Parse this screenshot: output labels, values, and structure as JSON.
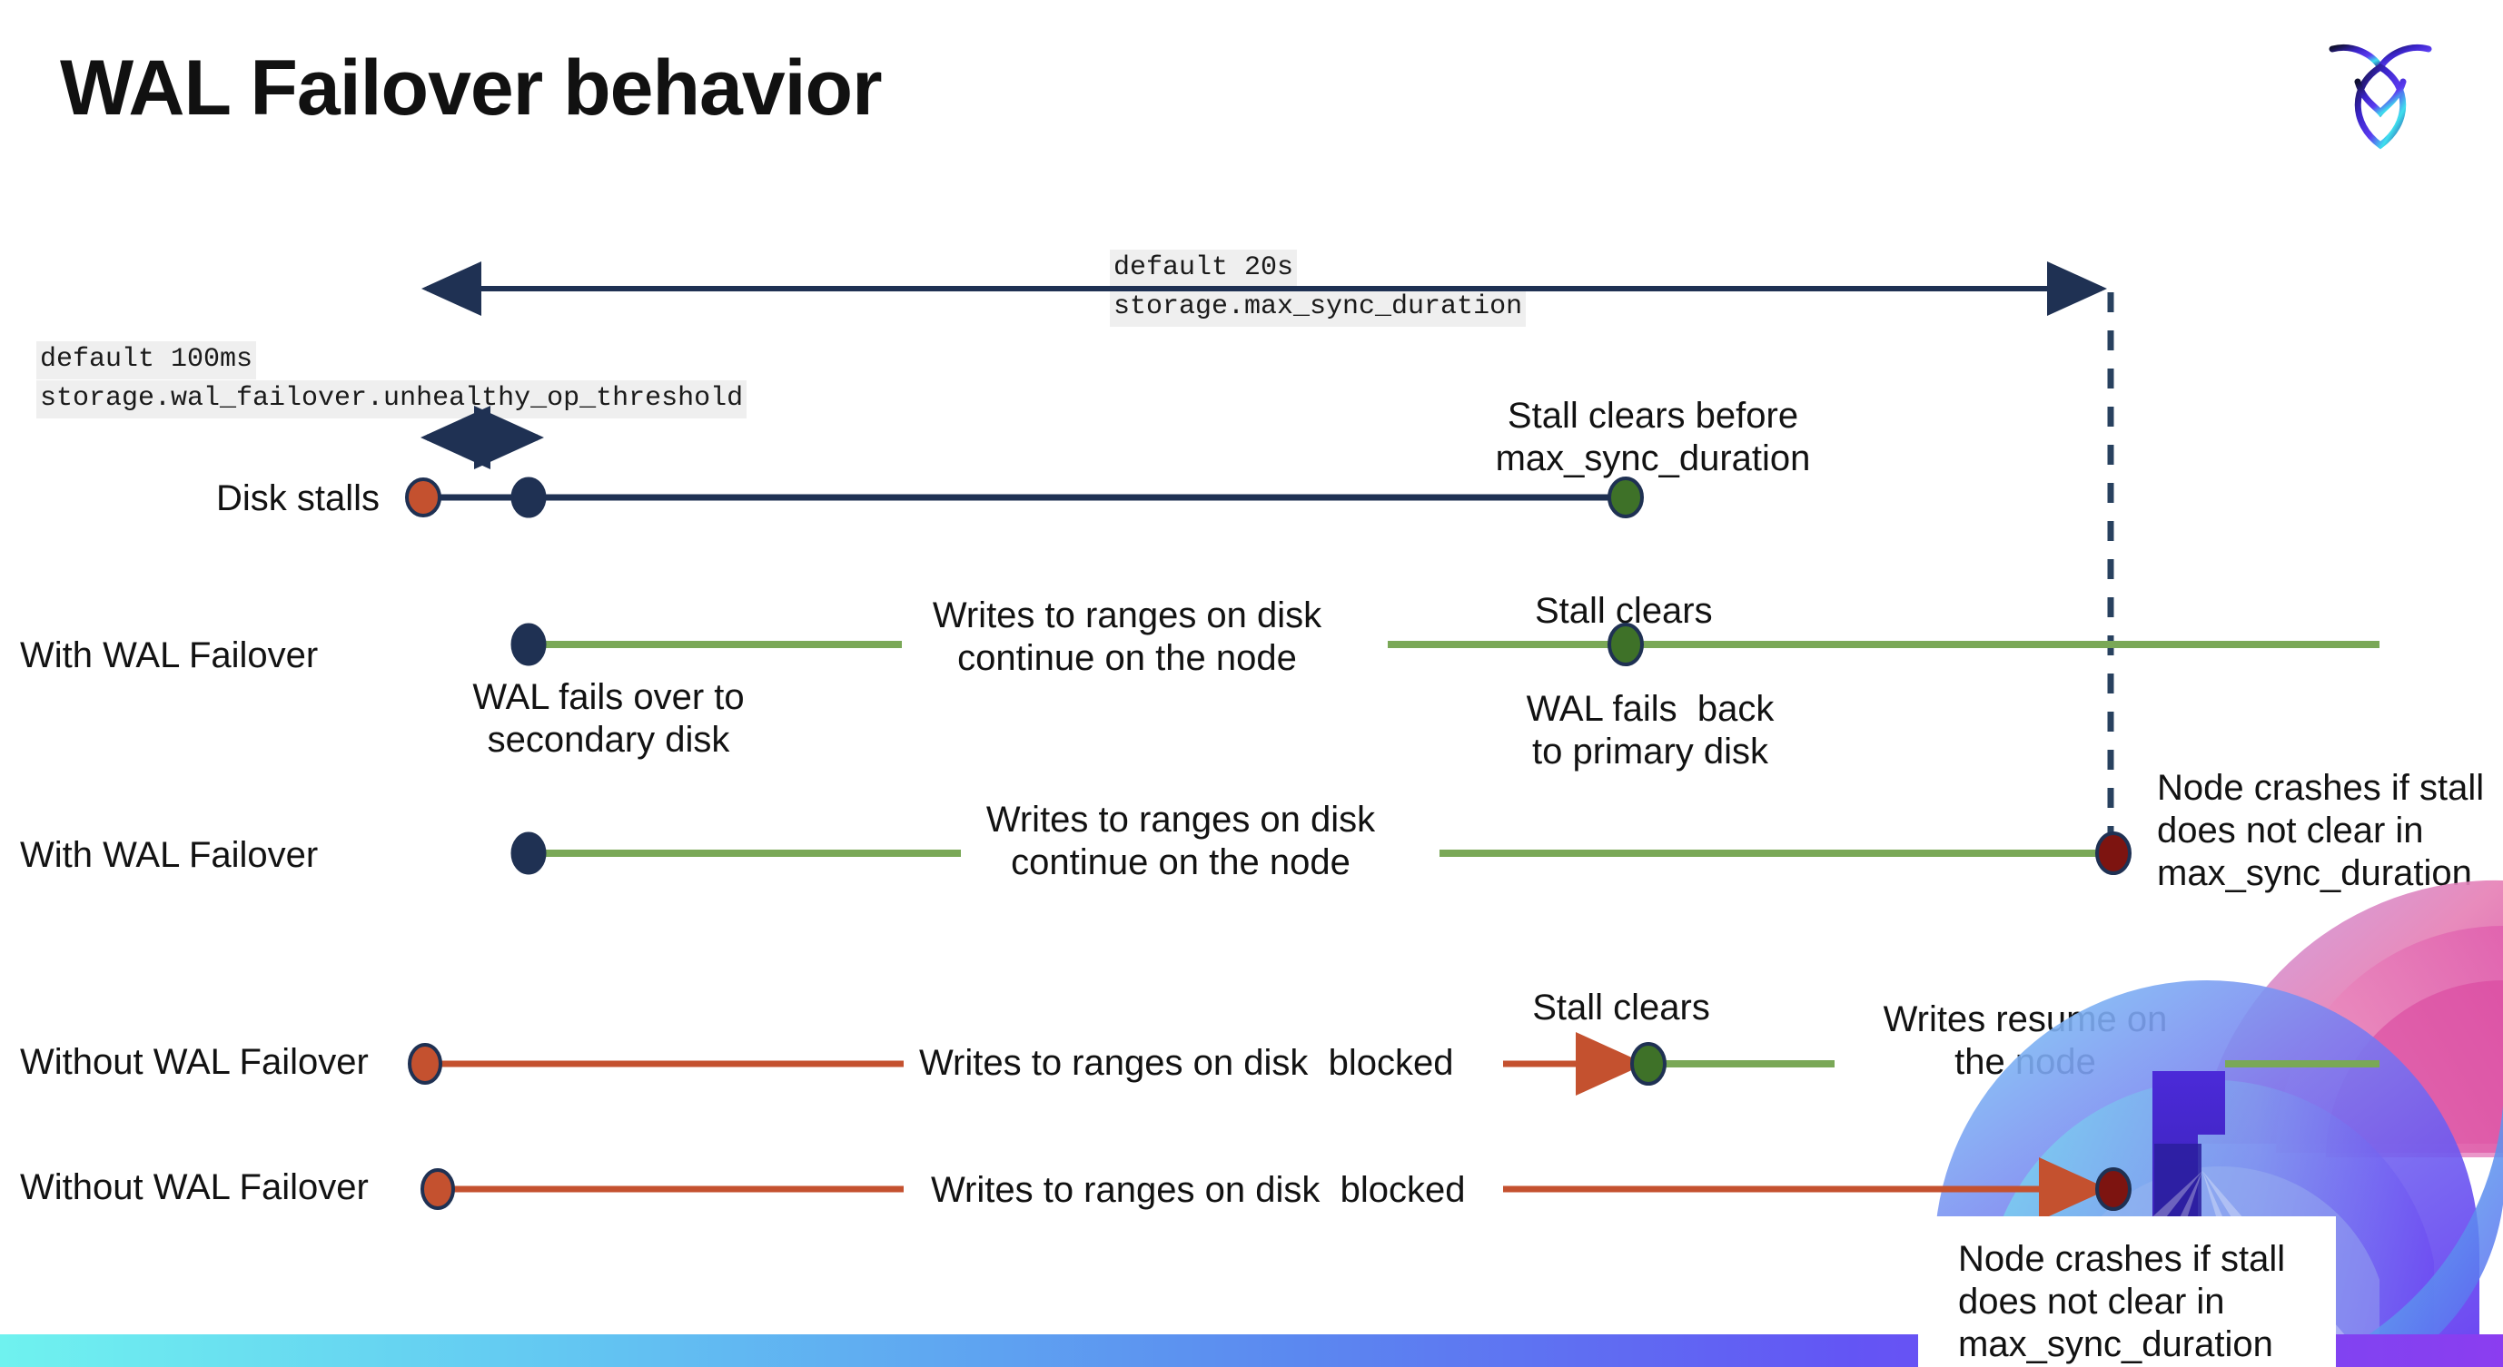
{
  "slide": {
    "title": "WAL Failover behavior",
    "logo_name": "cockroachdb-logo"
  },
  "settings": [
    {
      "id": "max-sync-duration",
      "default_text": "default 20s",
      "setting_text": "storage.max_sync_duration"
    },
    {
      "id": "unhealthy-op-threshold",
      "default_text": "default 100ms",
      "setting_text": "storage.wal_failover.unhealthy_op_threshold"
    }
  ],
  "rows": [
    {
      "id": "disk-stalls",
      "label": "Disk stalls"
    },
    {
      "id": "with-wal-failover-1",
      "label": "With WAL Failover"
    },
    {
      "id": "with-wal-failover-2",
      "label": "With WAL Failover"
    },
    {
      "id": "without-wal-failover-1",
      "label": "Without WAL Failover"
    },
    {
      "id": "without-wal-failover-2",
      "label": "Without WAL Failover"
    }
  ],
  "annotations": {
    "stall_clears_before": "Stall clears before\nmax_sync_duration",
    "stall_clears_1": "Stall clears",
    "stall_clears_2": "Stall clears",
    "wal_fails_over": "WAL fails over to\nsecondary disk",
    "wal_fails_back": "WAL fails  back\nto primary disk",
    "writes_continue_1": "Writes to ranges on disk\ncontinue on the node",
    "writes_continue_2": "Writes to ranges on disk\ncontinue on the node",
    "writes_blocked_1": "Writes to ranges on disk  blocked",
    "writes_blocked_2": "Writes to ranges on disk  blocked",
    "writes_resume": "Writes resume on\nthe node",
    "node_crashes_1": "Node crashes if stall\ndoes not clear in\nmax_sync_duration",
    "node_crashes_2": "Node crashes if stall\ndoes not clear in\nmax_sync_duration"
  },
  "colors": {
    "navy": "#1f3153",
    "orange": "#c4512f",
    "green_line": "#7aa857",
    "green_dot": "#3e7128",
    "dark_red": "#7d1410",
    "chip_bg": "#efefef",
    "text": "#121212",
    "bar_gradient_start": "#6ff2ef",
    "bar_gradient_end": "#8b3df0"
  },
  "chart_data": {
    "type": "timeline",
    "title": "WAL Failover behavior",
    "xlabel": "",
    "ylabel": "",
    "markers": {
      "stall_start_x": 466,
      "failover_x": 582,
      "stall_clear_x": 1790,
      "deadline_x": 2324
    },
    "series": [
      {
        "name": "Disk stalls",
        "events": [
          {
            "at": 466,
            "type": "stall-start",
            "color": "#c4512f"
          },
          {
            "at": 582,
            "type": "threshold-reached",
            "color": "#1f3153"
          },
          {
            "at": 1790,
            "type": "stall-clears",
            "color": "#3e7128"
          }
        ],
        "segments": [
          {
            "from": 466,
            "to": 1790,
            "state": "stalled",
            "color": "#1f3153"
          }
        ]
      },
      {
        "name": "With WAL Failover",
        "events": [
          {
            "at": 582,
            "type": "wal-fails-over",
            "color": "#1f3153"
          },
          {
            "at": 1790,
            "type": "stall-clears",
            "color": "#3e7128"
          }
        ],
        "segments": [
          {
            "from": 582,
            "to": 993,
            "state": "writes-continue",
            "color": "#7aa857"
          },
          {
            "from": 1528,
            "to": 2620,
            "state": "writes-continue",
            "color": "#7aa857"
          }
        ]
      },
      {
        "name": "With WAL Failover",
        "events": [
          {
            "at": 582,
            "type": "wal-fails-over",
            "color": "#1f3153"
          },
          {
            "at": 2327,
            "type": "node-crash",
            "color": "#7d1410"
          }
        ],
        "segments": [
          {
            "from": 582,
            "to": 1058,
            "state": "writes-continue",
            "color": "#7aa857"
          },
          {
            "from": 1585,
            "to": 2327,
            "state": "writes-continue",
            "color": "#7aa857"
          }
        ]
      },
      {
        "name": "Without WAL Failover",
        "events": [
          {
            "at": 468,
            "type": "stall-start",
            "color": "#c4512f"
          },
          {
            "at": 1815,
            "type": "stall-clears",
            "color": "#3e7128"
          }
        ],
        "segments": [
          {
            "from": 468,
            "to": 995,
            "state": "writes-blocked",
            "color": "#c4512f"
          },
          {
            "from": 1655,
            "to": 1815,
            "state": "writes-blocked",
            "color": "#c4512f"
          },
          {
            "from": 1815,
            "to": 2020,
            "state": "writes-resume",
            "color": "#7aa857"
          },
          {
            "from": 2450,
            "to": 2620,
            "state": "writes-resume",
            "color": "#7aa857"
          }
        ]
      },
      {
        "name": "Without WAL Failover",
        "events": [
          {
            "at": 480,
            "type": "stall-start",
            "color": "#c4512f"
          },
          {
            "at": 2327,
            "type": "node-crash",
            "color": "#7d1410"
          }
        ],
        "segments": [
          {
            "from": 480,
            "to": 995,
            "state": "writes-blocked",
            "color": "#c4512f"
          },
          {
            "from": 1655,
            "to": 2327,
            "state": "writes-blocked",
            "color": "#c4512f"
          }
        ]
      }
    ]
  }
}
